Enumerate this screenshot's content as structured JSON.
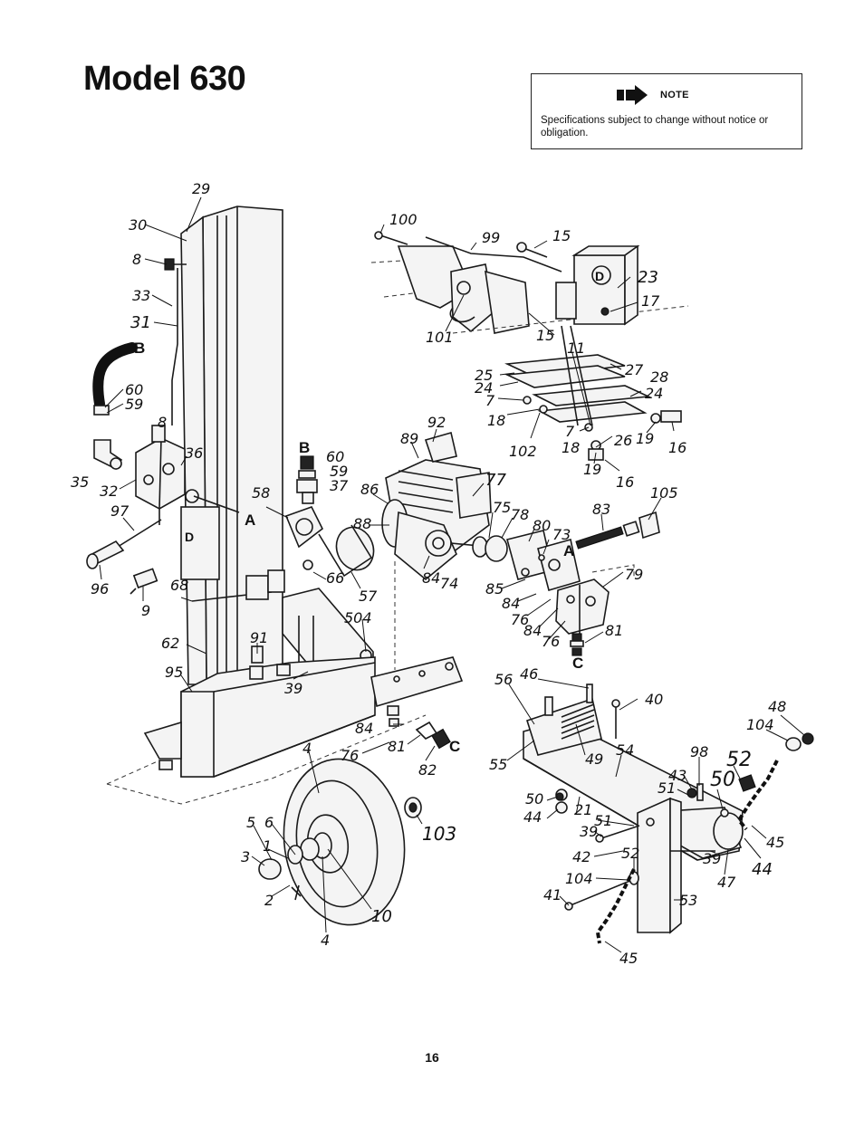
{
  "page": {
    "title": "Model 630",
    "page_number": "16"
  },
  "note": {
    "label": "NOTE",
    "text": "Specifications subject to change without notice or obligation.",
    "icon": "arrow-right-icon"
  },
  "callouts": [
    {
      "id": "c29",
      "text": "29"
    },
    {
      "id": "c30",
      "text": "30"
    },
    {
      "id": "c8a",
      "text": "8"
    },
    {
      "id": "c33",
      "text": "33"
    },
    {
      "id": "c31",
      "text": "31"
    },
    {
      "id": "cB1",
      "text": "B"
    },
    {
      "id": "c60a",
      "text": "60"
    },
    {
      "id": "c59a",
      "text": "59"
    },
    {
      "id": "c8b",
      "text": "8"
    },
    {
      "id": "c36",
      "text": "36"
    },
    {
      "id": "c35",
      "text": "35"
    },
    {
      "id": "c32",
      "text": "32"
    },
    {
      "id": "c97",
      "text": "97"
    },
    {
      "id": "c96",
      "text": "96"
    },
    {
      "id": "c9",
      "text": "9"
    },
    {
      "id": "c68",
      "text": "68"
    },
    {
      "id": "c58",
      "text": "58"
    },
    {
      "id": "cA1",
      "text": "A"
    },
    {
      "id": "cB2",
      "text": "B"
    },
    {
      "id": "c60b",
      "text": "60"
    },
    {
      "id": "c59b",
      "text": "59"
    },
    {
      "id": "c37",
      "text": "37"
    },
    {
      "id": "c66",
      "text": "66"
    },
    {
      "id": "c57",
      "text": "57"
    },
    {
      "id": "c504",
      "text": "504"
    },
    {
      "id": "c62",
      "text": "62"
    },
    {
      "id": "c91",
      "text": "91"
    },
    {
      "id": "c95",
      "text": "95"
    },
    {
      "id": "c39a",
      "text": "39"
    },
    {
      "id": "c84a",
      "text": "84"
    },
    {
      "id": "c81a",
      "text": "81"
    },
    {
      "id": "cC1",
      "text": "C"
    },
    {
      "id": "c82",
      "text": "82"
    },
    {
      "id": "c76a",
      "text": "76"
    },
    {
      "id": "c100",
      "text": "100"
    },
    {
      "id": "c99",
      "text": "99"
    },
    {
      "id": "c15a",
      "text": "15"
    },
    {
      "id": "c23",
      "text": "23"
    },
    {
      "id": "c17",
      "text": "17"
    },
    {
      "id": "c101",
      "text": "101"
    },
    {
      "id": "c15b",
      "text": "15"
    },
    {
      "id": "c11",
      "text": "11"
    },
    {
      "id": "c25",
      "text": "25"
    },
    {
      "id": "c24a",
      "text": "24"
    },
    {
      "id": "c27",
      "text": "27"
    },
    {
      "id": "c28",
      "text": "28"
    },
    {
      "id": "c24b",
      "text": "24"
    },
    {
      "id": "c7a",
      "text": "7"
    },
    {
      "id": "c18a",
      "text": "18"
    },
    {
      "id": "c7b",
      "text": "7"
    },
    {
      "id": "c102",
      "text": "102"
    },
    {
      "id": "c18b",
      "text": "18"
    },
    {
      "id": "c26",
      "text": "26"
    },
    {
      "id": "c19a",
      "text": "19"
    },
    {
      "id": "c16a",
      "text": "16"
    },
    {
      "id": "c19b",
      "text": "19"
    },
    {
      "id": "c16b",
      "text": "16"
    },
    {
      "id": "c92",
      "text": "92"
    },
    {
      "id": "c89",
      "text": "89"
    },
    {
      "id": "c86",
      "text": "86"
    },
    {
      "id": "c77",
      "text": "77"
    },
    {
      "id": "c75",
      "text": "75"
    },
    {
      "id": "c78",
      "text": "78"
    },
    {
      "id": "c80",
      "text": "80"
    },
    {
      "id": "c73",
      "text": "73"
    },
    {
      "id": "c88",
      "text": "88"
    },
    {
      "id": "c84b",
      "text": "84"
    },
    {
      "id": "c74",
      "text": "74"
    },
    {
      "id": "c85",
      "text": "85"
    },
    {
      "id": "c84c",
      "text": "84"
    },
    {
      "id": "c76b",
      "text": "76"
    },
    {
      "id": "c84d",
      "text": "84"
    },
    {
      "id": "c76c",
      "text": "76"
    },
    {
      "id": "c83",
      "text": "83"
    },
    {
      "id": "c105",
      "text": "105"
    },
    {
      "id": "cA2",
      "text": "A"
    },
    {
      "id": "c79",
      "text": "79"
    },
    {
      "id": "c81b",
      "text": "81"
    },
    {
      "id": "cC2",
      "text": "C"
    },
    {
      "id": "c56",
      "text": "56"
    },
    {
      "id": "c46",
      "text": "46"
    },
    {
      "id": "c40",
      "text": "40"
    },
    {
      "id": "c55",
      "text": "55"
    },
    {
      "id": "c49",
      "text": "49"
    },
    {
      "id": "c54",
      "text": "54"
    },
    {
      "id": "c98",
      "text": "98"
    },
    {
      "id": "c52a",
      "text": "52"
    },
    {
      "id": "c48",
      "text": "48"
    },
    {
      "id": "c104a",
      "text": "104"
    },
    {
      "id": "c43",
      "text": "43"
    },
    {
      "id": "c51a",
      "text": "51"
    },
    {
      "id": "c50a",
      "text": "50"
    },
    {
      "id": "c50b",
      "text": "50"
    },
    {
      "id": "c44a",
      "text": "44"
    },
    {
      "id": "c21",
      "text": "21"
    },
    {
      "id": "c51b",
      "text": "51"
    },
    {
      "id": "c39b",
      "text": "39"
    },
    {
      "id": "c42",
      "text": "42"
    },
    {
      "id": "c52b",
      "text": "52"
    },
    {
      "id": "c39c",
      "text": "39"
    },
    {
      "id": "c45a",
      "text": "45"
    },
    {
      "id": "c44b",
      "text": "44"
    },
    {
      "id": "c47",
      "text": "47"
    },
    {
      "id": "c104b",
      "text": "104"
    },
    {
      "id": "c41",
      "text": "41"
    },
    {
      "id": "c53",
      "text": "53"
    },
    {
      "id": "c45b",
      "text": "45"
    },
    {
      "id": "c4a",
      "text": "4"
    },
    {
      "id": "c5",
      "text": "5"
    },
    {
      "id": "c6",
      "text": "6"
    },
    {
      "id": "c1",
      "text": "1"
    },
    {
      "id": "c3",
      "text": "3"
    },
    {
      "id": "c2",
      "text": "2"
    },
    {
      "id": "c10",
      "text": "10"
    },
    {
      "id": "c4b",
      "text": "4"
    },
    {
      "id": "c103",
      "text": "103"
    }
  ]
}
